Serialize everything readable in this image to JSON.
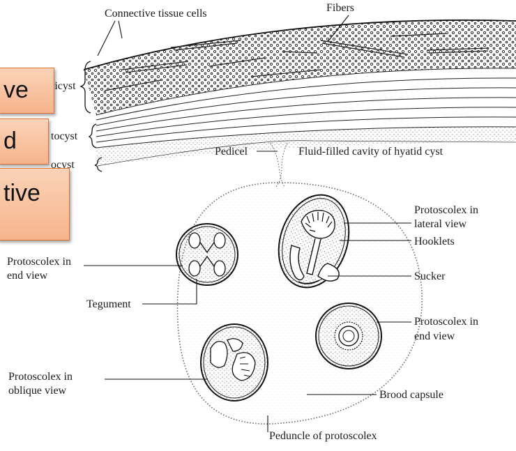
{
  "labels": {
    "connective_tissue_cells": "Connective tissue cells",
    "fibers": "Fibers",
    "pericyst": "ricyst",
    "ectocyst": "tocyst",
    "endocyst": "ocyst",
    "pedicel": "Pedicel",
    "fluid_filled_cavity": "Fluid-filled cavity of hyatid cyst",
    "protoscolex_lateral_1": "Protoscolex in",
    "protoscolex_lateral_2": "lateral view",
    "hooklets": "Hooklets",
    "sucker": "Sucker",
    "protoscolex_end_left_1": "Protoscolex in",
    "protoscolex_end_left_2": "end view",
    "tegument": "Tegument",
    "protoscolex_end_right_1": "Protoscolex in",
    "protoscolex_end_right_2": "end view",
    "protoscolex_oblique_1": "Protoscolex in",
    "protoscolex_oblique_2": "oblique view",
    "brood_capsule": "Brood capsule",
    "peduncle": "Peduncle of protoscolex"
  },
  "overlays": {
    "box1": "ve",
    "box2": "d",
    "box3": "tive"
  },
  "colors": {
    "overlay_fill": "#f6b48c",
    "overlay_border": "#d9733a",
    "ink": "#1a1a1a"
  }
}
